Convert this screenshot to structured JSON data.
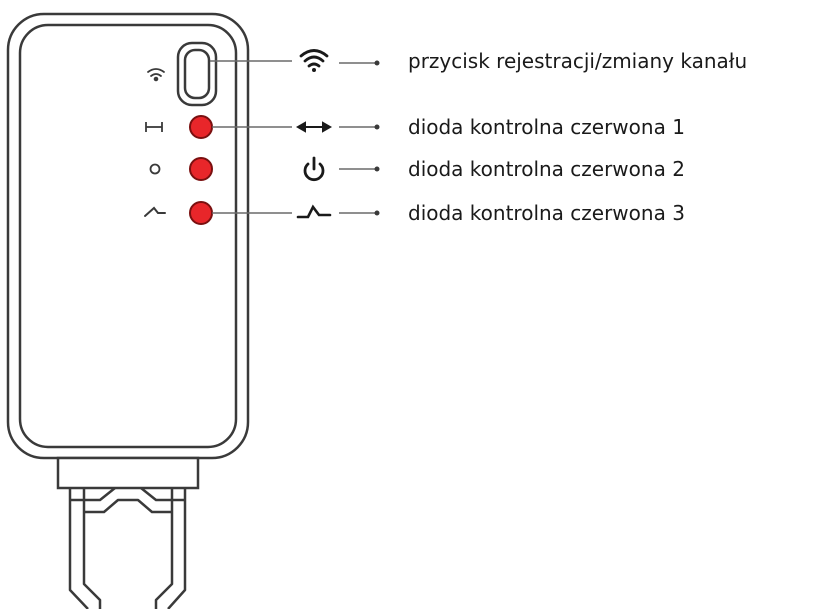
{
  "colors": {
    "outline": "#3a3a3a",
    "led_red": "#e8262a",
    "led_stroke": "#7a1010",
    "leader_line": "#6a6a6a",
    "text": "#1a1a1a"
  },
  "device": {
    "leds": [
      {
        "name": "led-1",
        "side_icon": "link-arrows-icon",
        "callout_icon": "double-arrow-icon"
      },
      {
        "name": "led-2",
        "side_icon": "ring-icon",
        "callout_icon": "power-icon"
      },
      {
        "name": "led-3",
        "side_icon": "faucet-icon",
        "callout_icon": "valve-icon"
      }
    ],
    "button": {
      "side_icon": "wifi-icon",
      "callout_icon": "wifi-icon"
    }
  },
  "callouts": [
    {
      "text": "przycisk rejestracji/zmiany kanału"
    },
    {
      "text": "dioda kontrolna czerwona 1"
    },
    {
      "text": "dioda kontrolna czerwona 2"
    },
    {
      "text": "dioda kontrolna czerwona 3"
    }
  ]
}
